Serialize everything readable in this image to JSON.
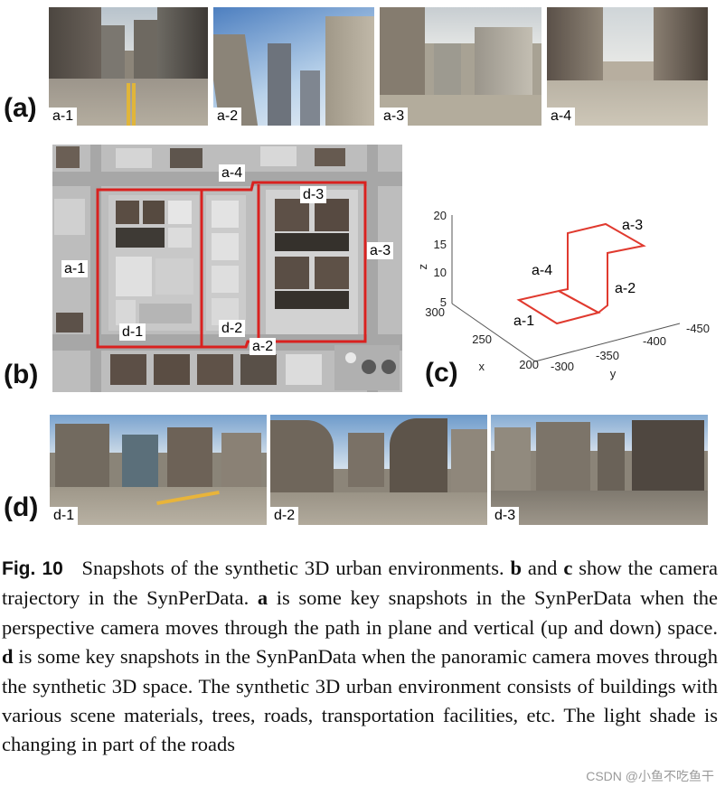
{
  "panels": {
    "a": {
      "letter": "(a)",
      "shots": [
        "a-1",
        "a-2",
        "a-3",
        "a-4"
      ]
    },
    "b": {
      "letter": "(b)",
      "labels": {
        "a1": "a-1",
        "a2": "a-2",
        "a3": "a-3",
        "a4": "a-4",
        "d1": "d-1",
        "d2": "d-2",
        "d3": "d-3"
      }
    },
    "c": {
      "letter": "(c)",
      "z_label": "z",
      "x_label": "x",
      "y_label": "y",
      "z_ticks": [
        "20",
        "15",
        "10",
        "5"
      ],
      "x_ticks": [
        "300",
        "250",
        "200"
      ],
      "y_ticks": [
        "-300",
        "-350",
        "-400",
        "-450"
      ],
      "annotations": {
        "a1": "a-1",
        "a2": "a-2",
        "a3": "a-3",
        "a4": "a-4"
      },
      "trajectory_color": "#e03a2f"
    },
    "d": {
      "letter": "(d)",
      "shots": [
        "d-1",
        "d-2",
        "d-3"
      ]
    }
  },
  "caption": {
    "fig_label": "Fig. 10",
    "text_1": "Snapshots of the synthetic 3D urban environments. ",
    "b": "b",
    "text_2": " and ",
    "c": "c",
    "text_3": " show the camera trajectory in the SynPerData. ",
    "a": "a",
    "text_4": " is some key snapshots in the SynPerData when the perspective camera moves through the path in plane and vertical (up and down) space. ",
    "d": "d",
    "text_5": " is some key snapshots in the SynPanData when the panoramic camera moves through the synthetic 3D space. The synthetic 3D urban environment consists of buildings with various scene materials, trees, roads, transportation facilities, etc. The light shade is changing in part of the roads"
  },
  "watermark": "CSDN @小鱼不吃鱼干",
  "colors": {
    "route": "#d9211f",
    "road_marking": "#e8b43a",
    "sky": "#7fa9d6"
  }
}
